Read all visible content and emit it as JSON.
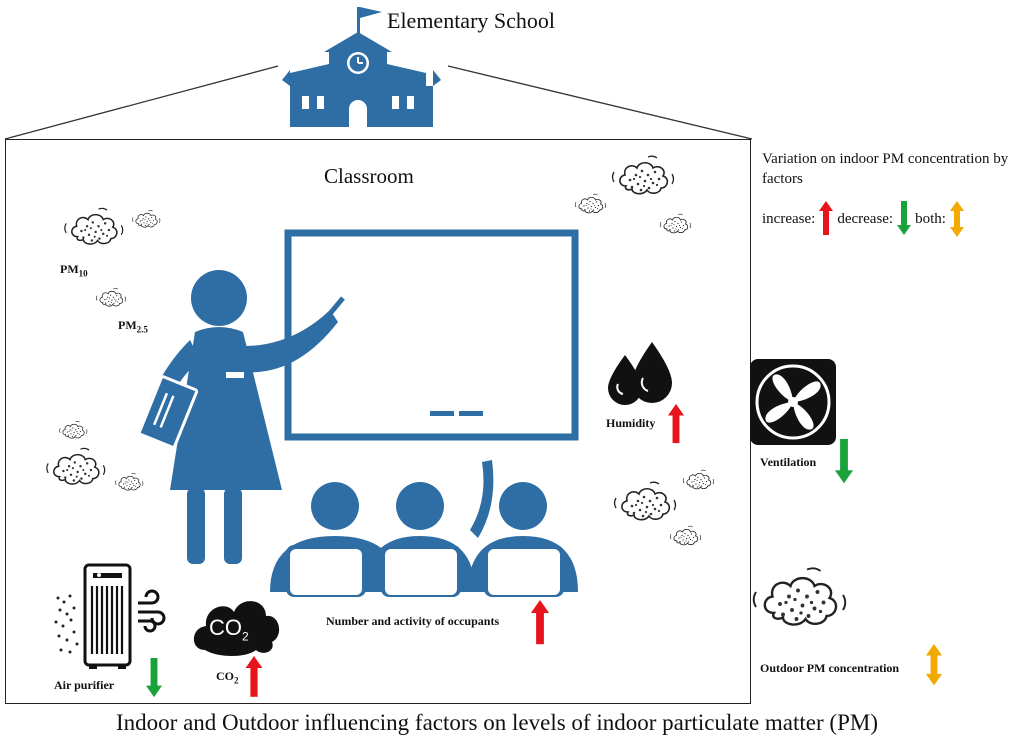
{
  "school": {
    "title": "Elementary School"
  },
  "classroom": {
    "title": "Classroom"
  },
  "legend": {
    "heading": "Variation on indoor PM concentration by factors",
    "increase_label": "increase:",
    "decrease_label": "decrease:",
    "both_label": "both:"
  },
  "particles": {
    "pm10_main": "PM",
    "pm10_sub": "10",
    "pm25_main": "PM",
    "pm25_sub": "2.5"
  },
  "factors": {
    "humidity": {
      "label": "Humidity",
      "effect": "increase"
    },
    "ventilation": {
      "label": "Ventilation",
      "effect": "decrease"
    },
    "occupants": {
      "label": "Number and activity of occupants",
      "effect": "increase"
    },
    "air_purifier": {
      "label": "Air purifier",
      "effect": "decrease"
    },
    "co2": {
      "label_main": "CO",
      "label_sub": "2",
      "cloud_main": "CO",
      "cloud_sub": "2",
      "effect": "increase"
    },
    "outdoor_pm": {
      "label": "Outdoor PM concentration",
      "effect": "both"
    }
  },
  "colors": {
    "figure_blue": "#2f6ea5",
    "increase": "#e8141c",
    "decrease": "#1aa33a",
    "both": "#f2a900"
  },
  "caption": "Indoor and Outdoor influencing factors on levels of indoor particulate matter (PM)"
}
